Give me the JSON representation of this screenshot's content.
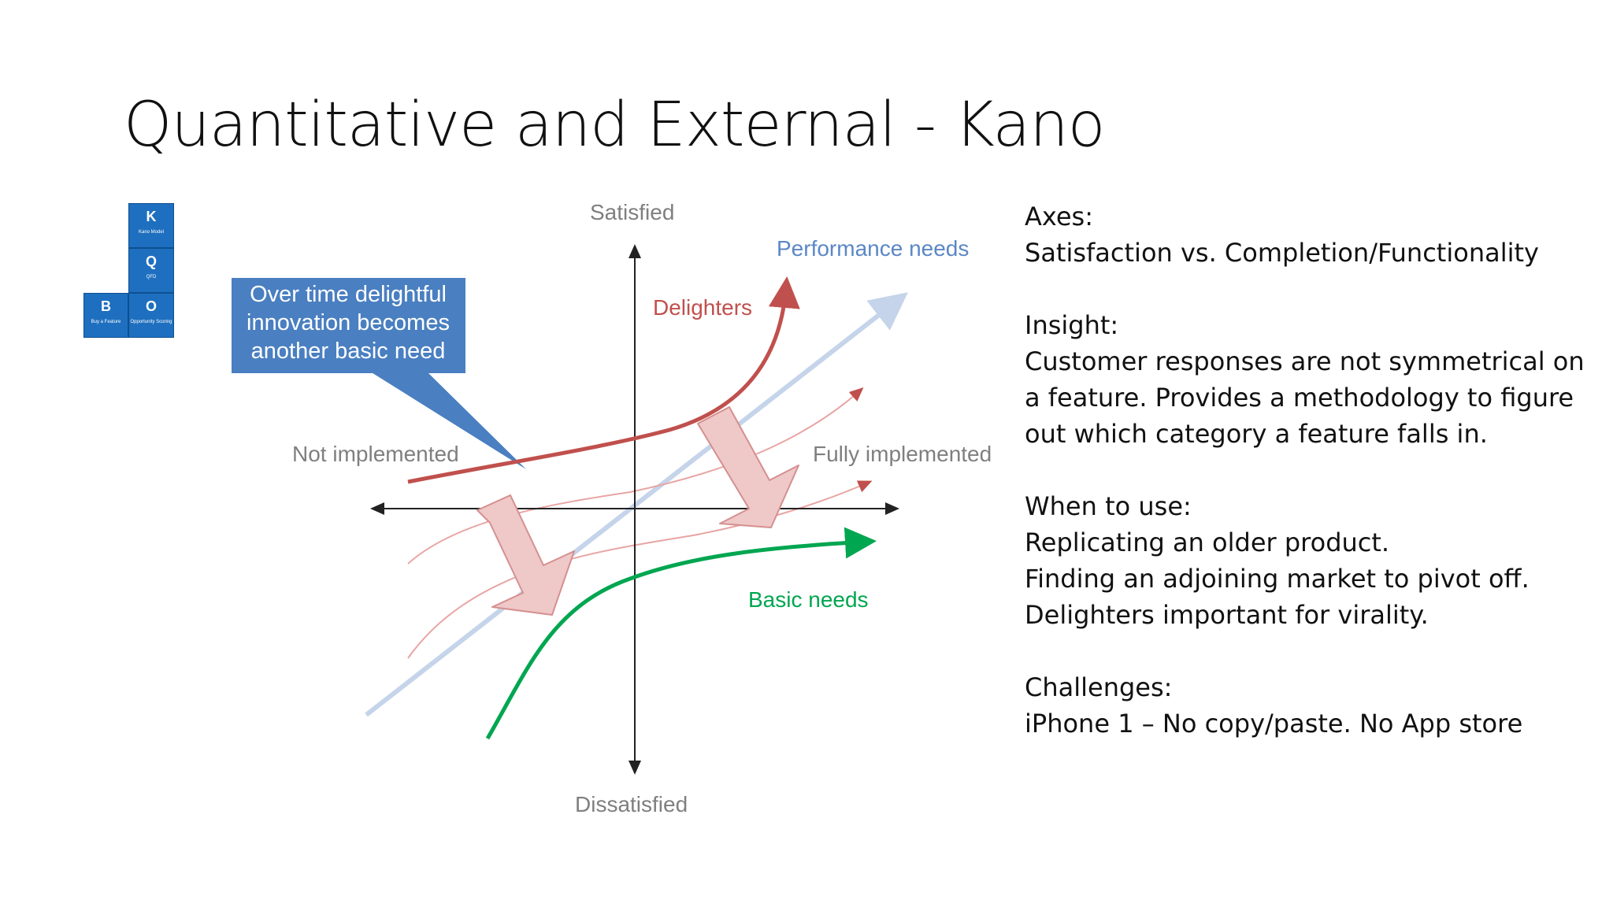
{
  "title": "Quantitative and External  - Kano",
  "logo": {
    "tiles": [
      {
        "letter": "K",
        "sub": "Kano Model"
      },
      {
        "letter": "Q",
        "sub": "QFD"
      },
      {
        "letter": "B",
        "sub": "Buy a Feature"
      },
      {
        "letter": "O",
        "sub": "Opportunity Scoring"
      }
    ]
  },
  "diagram": {
    "axis_top": "Satisfied",
    "axis_bottom": "Dissatisfied",
    "axis_left": "Not implemented",
    "axis_right": "Fully implemented",
    "curve_performance": "Performance needs",
    "curve_delighters": "Delighters",
    "curve_basic": "Basic needs",
    "callout": "Over time delightful innovation becomes another basic need",
    "colors": {
      "performance": "#5b87c5",
      "delighters": "#c0504d",
      "basic": "#00a650",
      "callout": "#4a7fc1",
      "shift_arrow": "#efc8c8",
      "axis_label": "#7f7f7f"
    }
  },
  "notes": {
    "axes_heading": "Axes:",
    "axes_text": "Satisfaction vs. Completion/Functionality",
    "insight_heading": "Insight:",
    "insight_lines": [
      "Customer responses are not symmetrical on",
      "a feature. Provides a methodology to figure",
      "out which category a feature falls in."
    ],
    "when_heading": "When to use:",
    "when_lines": [
      "Replicating an older product.",
      "Finding an adjoining market to pivot off.",
      "Delighters important for virality."
    ],
    "challenges_heading": "Challenges:",
    "challenges_text": "iPhone 1 – No copy/paste. No App store"
  }
}
